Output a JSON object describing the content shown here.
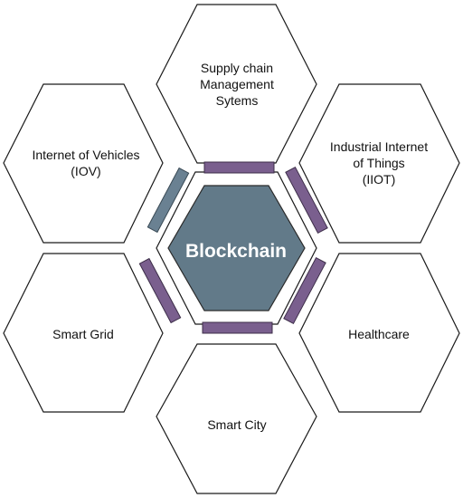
{
  "center": {
    "label": "Blockchain"
  },
  "nodes": [
    {
      "id": "top",
      "label": "Supply chain\nManagement\nSytems"
    },
    {
      "id": "upper-right",
      "label": "Industrial Internet\nof Things\n(IIOT)"
    },
    {
      "id": "lower-right",
      "label": "Healthcare"
    },
    {
      "id": "bottom",
      "label": "Smart City"
    },
    {
      "id": "lower-left",
      "label": "Smart Grid"
    },
    {
      "id": "upper-left",
      "label": "Internet of Vehicles\n(IOV)"
    }
  ],
  "colors": {
    "core_fill": "#627a89",
    "connector_purple": "#7a5f8e",
    "connector_slate": "#6a8192",
    "outline": "#1a1a1a"
  }
}
